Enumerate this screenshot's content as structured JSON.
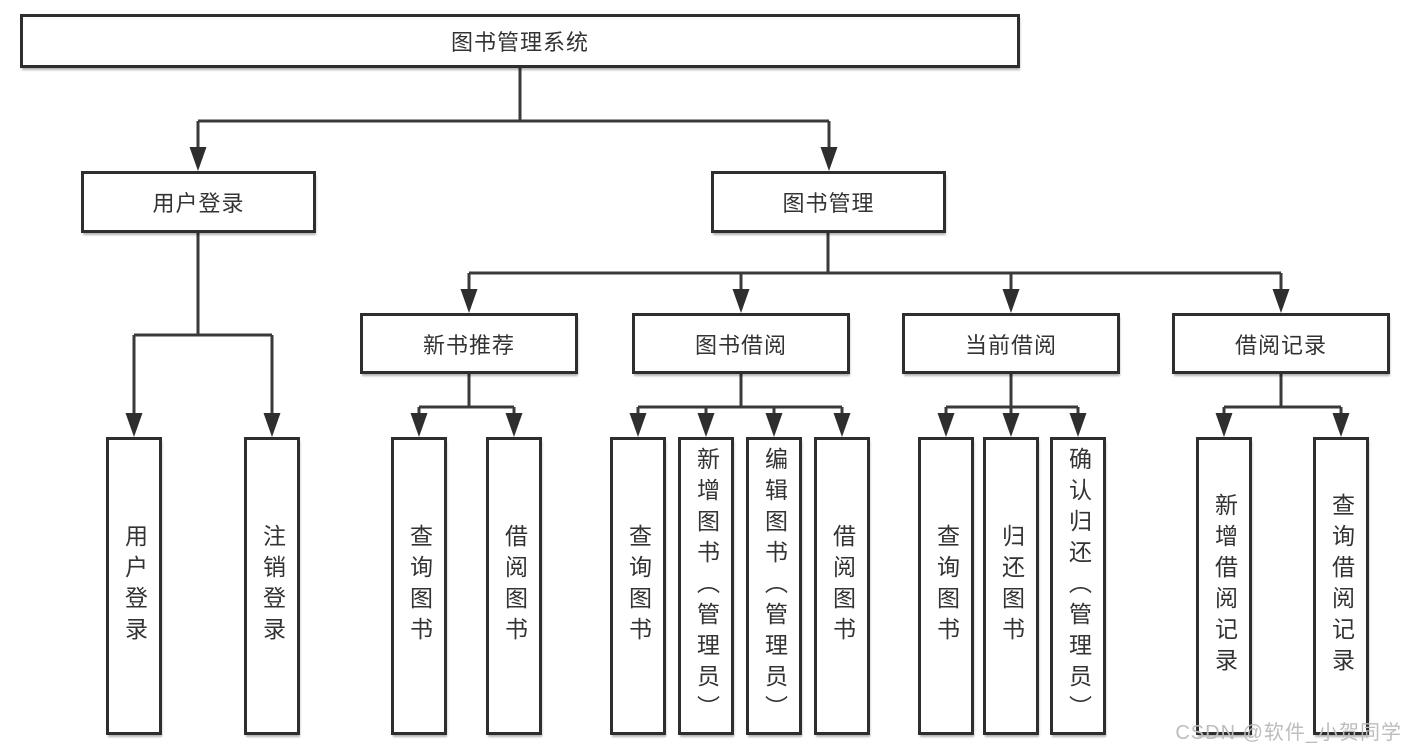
{
  "tree": {
    "root": {
      "label": "图书管理系统"
    },
    "user_login_branch": {
      "label": "用户登录",
      "children": [
        {
          "label": "用户登录"
        },
        {
          "label": "注销登录"
        }
      ]
    },
    "book_mgmt_branch": {
      "label": "图书管理",
      "children": [
        {
          "label": "新书推荐",
          "children": [
            {
              "label": "查询图书"
            },
            {
              "label": "借阅图书"
            }
          ]
        },
        {
          "label": "图书借阅",
          "children": [
            {
              "label": "查询图书"
            },
            {
              "label": "新增图书（管理员）"
            },
            {
              "label": "编辑图书（管理员）"
            },
            {
              "label": "借阅图书"
            }
          ]
        },
        {
          "label": "当前借阅",
          "children": [
            {
              "label": "查询图书"
            },
            {
              "label": "归还图书"
            },
            {
              "label": "确认归还（管理员）"
            }
          ]
        },
        {
          "label": "借阅记录",
          "children": [
            {
              "label": "新增借阅记录"
            },
            {
              "label": "查询借阅记录"
            }
          ]
        }
      ]
    }
  },
  "watermark": {
    "text": "CSDN @软件_小贺同学"
  },
  "colors": {
    "line": "#3a3a3a",
    "box_border": "#2e2e2e",
    "box_fill": "#ffffff",
    "text": "#333333",
    "watermark": "#bdbdbd"
  }
}
